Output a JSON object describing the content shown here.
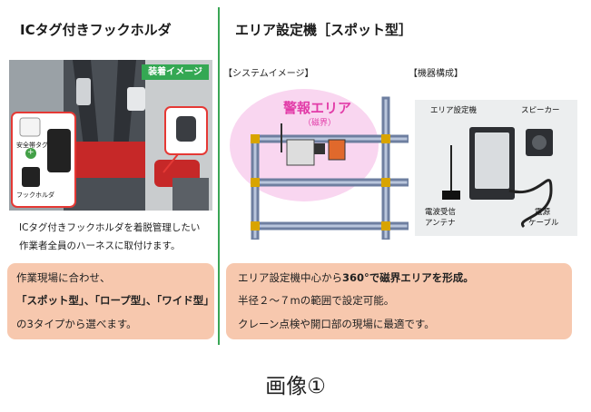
{
  "left": {
    "title": "ICタグ付きフックホルダ",
    "badge": "装着イメージ",
    "tag_label_1": "安全帯タグ",
    "tag_plus": "+",
    "tag_label_2": "フックホルダ",
    "caption_line1": "ICタグ付きフックホルダを着脱管理したい",
    "caption_line2": "作業者全員のハーネスに取付けます。",
    "box_line1": "作業現場に合わせ、",
    "box_line2": "「スポット型」、「ロープ型」、「ワイド型」",
    "box_line3": "の3タイプから選べます。"
  },
  "right": {
    "title": "エリア設定機［スポット型］",
    "system_label": "【システムイメージ】",
    "device_label": "【機器構成】",
    "alarm_area": "警報エリア",
    "alarm_sub": "（磁界）",
    "dev_area_setter": "エリア設定機",
    "dev_speaker": "スピーカー",
    "dev_antenna_1": "電波受信",
    "dev_antenna_2": "アンテナ",
    "dev_cable_1": "電源",
    "dev_cable_2": "ケーブル",
    "box_line1_a": "エリア設定機中心から",
    "box_line1_b": "360°",
    "box_line1_c": "で磁界エリアを形成。",
    "box_line2": "半径２～７mの範囲で設定可能。",
    "box_line3": "クレーン点検や開口部の現場に最適です。"
  },
  "footer": "画像①",
  "colors": {
    "accent_green": "#34a853",
    "box_peach": "#f7c8ae",
    "alarm_pink": "#f9d6f0",
    "alarm_text": "#e23ca8"
  }
}
